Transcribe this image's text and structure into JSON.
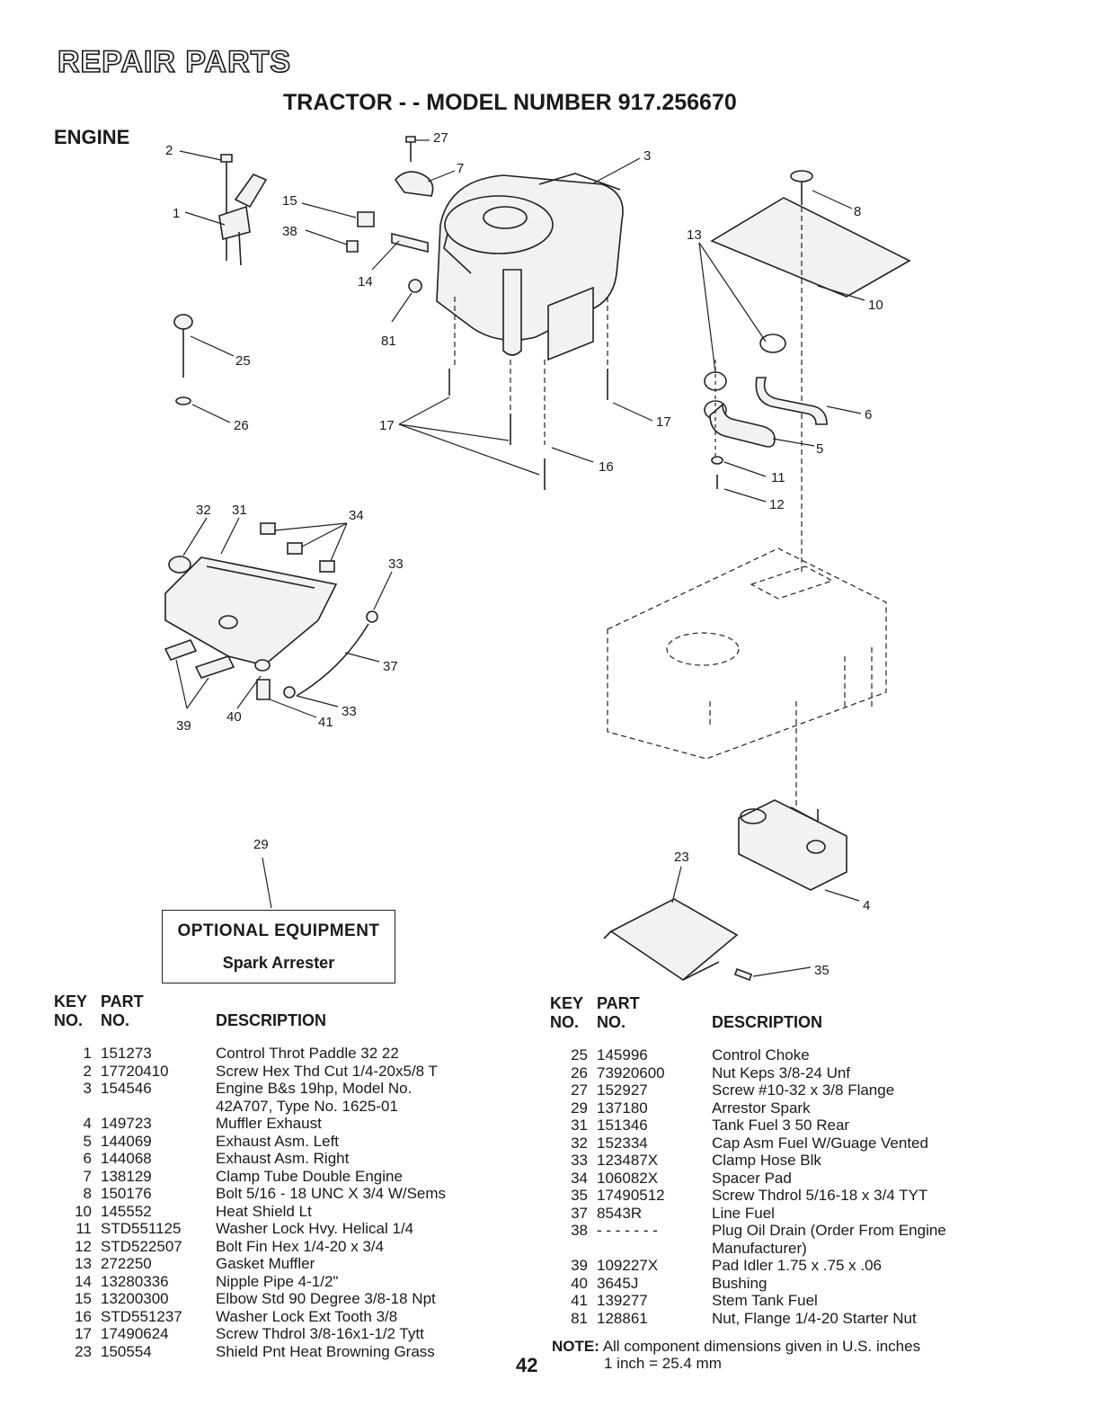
{
  "header": {
    "title": "REPAIR PARTS",
    "subtitle": "TRACTOR - - MODEL NUMBER 917.256670",
    "section": "ENGINE"
  },
  "diagram_callouts": [
    "2",
    "1",
    "27",
    "7",
    "3",
    "15",
    "38",
    "14",
    "8",
    "81",
    "10",
    "13",
    "25",
    "26",
    "17",
    "17",
    "6",
    "5",
    "16",
    "11",
    "12",
    "32",
    "31",
    "34",
    "33",
    "37",
    "39",
    "40",
    "41",
    "33",
    "29",
    "23",
    "4",
    "35"
  ],
  "optional_equipment": {
    "title": "OPTIONAL EQUIPMENT",
    "item": "Spark Arrester"
  },
  "table_headers": {
    "key_line1": "KEY",
    "key_line2": "NO.",
    "part_line1": "PART",
    "part_line2": "NO.",
    "description": "DESCRIPTION"
  },
  "left_parts": [
    {
      "key": "1",
      "part": "151273",
      "desc": "Control Throt Paddle 32 22"
    },
    {
      "key": "2",
      "part": "17720410",
      "desc": "Screw Hex Thd Cut 1/4-20x5/8 T"
    },
    {
      "key": "3",
      "part": "154546",
      "desc": "Engine B&s 19hp, Model No."
    },
    {
      "key": "",
      "part": "",
      "desc": "42A707, Type No. 1625-01"
    },
    {
      "key": "4",
      "part": "149723",
      "desc": "Muffler Exhaust"
    },
    {
      "key": "5",
      "part": "144069",
      "desc": "Exhaust Asm. Left"
    },
    {
      "key": "6",
      "part": "144068",
      "desc": "Exhaust Asm. Right"
    },
    {
      "key": "7",
      "part": "138129",
      "desc": "Clamp Tube Double Engine"
    },
    {
      "key": "8",
      "part": "150176",
      "desc": "Bolt 5/16 - 18 UNC X 3/4 W/Sems"
    },
    {
      "key": "10",
      "part": "145552",
      "desc": "Heat Shield Lt"
    },
    {
      "key": "11",
      "part": "STD551125",
      "desc": "Washer Lock Hvy. Helical 1/4"
    },
    {
      "key": "12",
      "part": "STD522507",
      "desc": "Bolt Fin Hex 1/4-20 x 3/4"
    },
    {
      "key": "13",
      "part": "272250",
      "desc": "Gasket Muffler"
    },
    {
      "key": "14",
      "part": "13280336",
      "desc": "Nipple Pipe 4-1/2\""
    },
    {
      "key": "15",
      "part": "13200300",
      "desc": "Elbow Std 90 Degree 3/8-18 Npt"
    },
    {
      "key": "16",
      "part": "STD551237",
      "desc": "Washer Lock Ext Tooth 3/8"
    },
    {
      "key": "17",
      "part": "17490624",
      "desc": "Screw Thdrol 3/8-16x1-1/2 Tytt"
    },
    {
      "key": "23",
      "part": "150554",
      "desc": "Shield Pnt Heat Browning Grass"
    }
  ],
  "right_parts": [
    {
      "key": "25",
      "part": "145996",
      "desc": "Control Choke"
    },
    {
      "key": "26",
      "part": "73920600",
      "desc": "Nut Keps 3/8-24 Unf"
    },
    {
      "key": "27",
      "part": "152927",
      "desc": "Screw #10-32 x 3/8 Flange"
    },
    {
      "key": "29",
      "part": "137180",
      "desc": "Arrestor Spark"
    },
    {
      "key": "31",
      "part": "151346",
      "desc": "Tank Fuel 3 50 Rear"
    },
    {
      "key": "32",
      "part": "152334",
      "desc": "Cap Asm Fuel W/Guage Vented"
    },
    {
      "key": "33",
      "part": "123487X",
      "desc": "Clamp Hose Blk"
    },
    {
      "key": "34",
      "part": "106082X",
      "desc": "Spacer Pad"
    },
    {
      "key": "35",
      "part": "17490512",
      "desc": "Screw Thdrol 5/16-18 x 3/4 TYT"
    },
    {
      "key": "37",
      "part": "8543R",
      "desc": "Line Fuel"
    },
    {
      "key": "38",
      "part": "- - - - - - -",
      "desc": "Plug Oil Drain (Order From Engine"
    },
    {
      "key": "",
      "part": "",
      "desc": "Manufacturer)"
    },
    {
      "key": "39",
      "part": "109227X",
      "desc": "Pad Idler 1.75 x .75 x .06"
    },
    {
      "key": "40",
      "part": "3645J",
      "desc": "Bushing"
    },
    {
      "key": "41",
      "part": "139277",
      "desc": "Stem Tank Fuel"
    },
    {
      "key": "81",
      "part": "128861",
      "desc": "Nut, Flange 1/4-20 Starter Nut"
    }
  ],
  "note": {
    "label": "NOTE:",
    "line1": "All component dimensions given in U.S. inches",
    "line2": "1 inch = 25.4 mm"
  },
  "page_number": "42"
}
